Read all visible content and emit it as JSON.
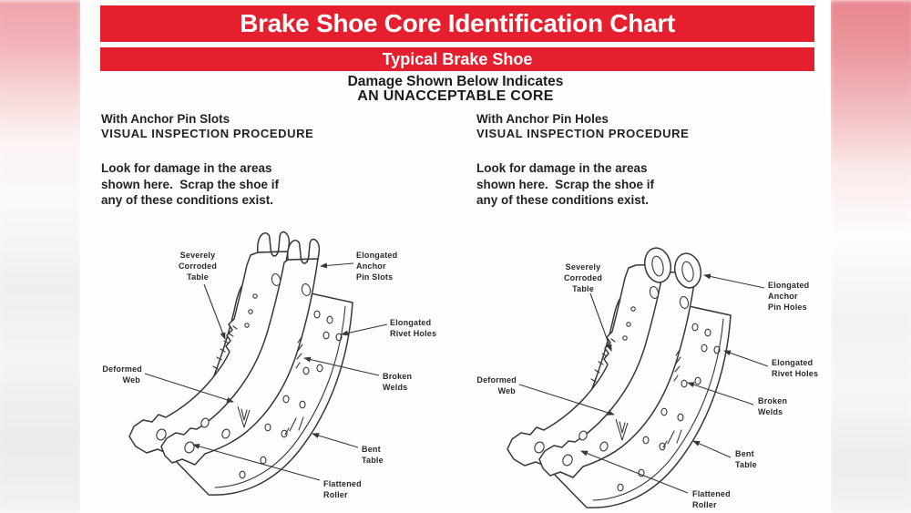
{
  "header": {
    "title": "Brake Shoe Core Identification Chart",
    "subtitle": "Typical Brake Shoe"
  },
  "notice": {
    "line1": "Damage Shown Below Indicates",
    "line2": "AN UNACCEPTABLE CORE"
  },
  "columns": {
    "left": {
      "heading1": "With Anchor Pin Slots",
      "heading2": "VISUAL INSPECTION PROCEDURE",
      "body": [
        "Look for damage in the areas",
        "shown here.  Scrap the shoe if",
        "any of these conditions exist."
      ]
    },
    "right": {
      "heading1": "With Anchor Pin Holes",
      "heading2": "VISUAL INSPECTION PROCEDURE",
      "body": [
        "Look for damage in the areas",
        "shown here.  Scrap the shoe if",
        "any of these conditions exist."
      ]
    }
  },
  "diagrams": {
    "left": {
      "variant": "brake shoe with anchor pin slots",
      "labels": [
        {
          "id": "severely-corroded-table",
          "lines": [
            "Severely",
            "Corroded",
            "Table"
          ]
        },
        {
          "id": "elongated-anchor-pin-slots",
          "lines": [
            "Elongated",
            "Anchor",
            "Pin Slots"
          ]
        },
        {
          "id": "elongated-rivet-holes",
          "lines": [
            "Elongated",
            "Rivet Holes"
          ]
        },
        {
          "id": "deformed-web",
          "lines": [
            "Deformed",
            "Web"
          ]
        },
        {
          "id": "broken-welds",
          "lines": [
            "Broken",
            "Welds"
          ]
        },
        {
          "id": "bent-table",
          "lines": [
            "Bent",
            "Table"
          ]
        },
        {
          "id": "flattened-roller",
          "lines": [
            "Flattened",
            "Roller"
          ]
        }
      ]
    },
    "right": {
      "variant": "brake shoe with anchor pin holes",
      "labels": [
        {
          "id": "severely-corroded-table",
          "lines": [
            "Severely",
            "Corroded",
            "Table"
          ]
        },
        {
          "id": "elongated-anchor-pin-holes",
          "lines": [
            "Elongated",
            "Anchor",
            "Pin Holes"
          ]
        },
        {
          "id": "elongated-rivet-holes",
          "lines": [
            "Elongated",
            "Rivet Holes"
          ]
        },
        {
          "id": "deformed-web",
          "lines": [
            "Deformed",
            "Web"
          ]
        },
        {
          "id": "broken-welds",
          "lines": [
            "Broken",
            "Welds"
          ]
        },
        {
          "id": "bent-table",
          "lines": [
            "Bent",
            "Table"
          ]
        },
        {
          "id": "flattened-roller",
          "lines": [
            "Flattened",
            "Roller"
          ]
        }
      ]
    }
  },
  "colors": {
    "banner_red": "#e51f2d",
    "banner_text": "#ffffff",
    "ink": "#3a3637",
    "text": "#262223"
  }
}
